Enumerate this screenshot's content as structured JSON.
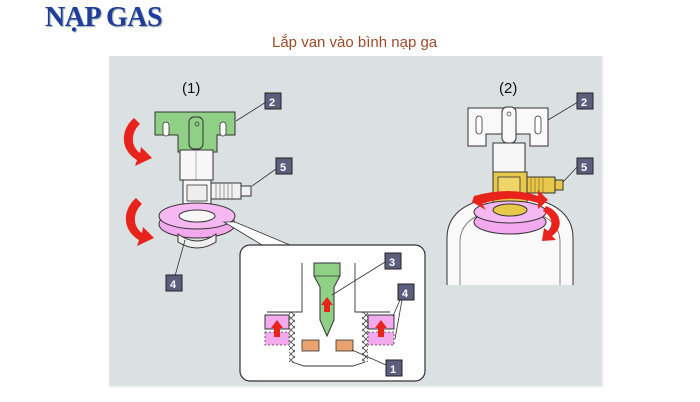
{
  "title": "NẠP GAS",
  "subtitle": "Lắp van vào bình nạp ga",
  "figures": {
    "step1_label": "(1)",
    "step2_label": "(2)"
  },
  "callouts": {
    "one": "1",
    "two": "2",
    "three": "3",
    "four": "4",
    "five": "5"
  },
  "colors": {
    "title": "#1f3d9a",
    "subtitle": "#9c4a2a",
    "panel": "#dbe0e2",
    "arrow": "#e8231c",
    "handle_green": "#8fcf86",
    "ring_pink": "#f3a9ee",
    "brass": "#e7c84a",
    "badge": "#5d5d7e",
    "pad_orange": "#eaa36f"
  },
  "icons": [
    "rotate-arrow-icon",
    "up-arrow-icon"
  ]
}
